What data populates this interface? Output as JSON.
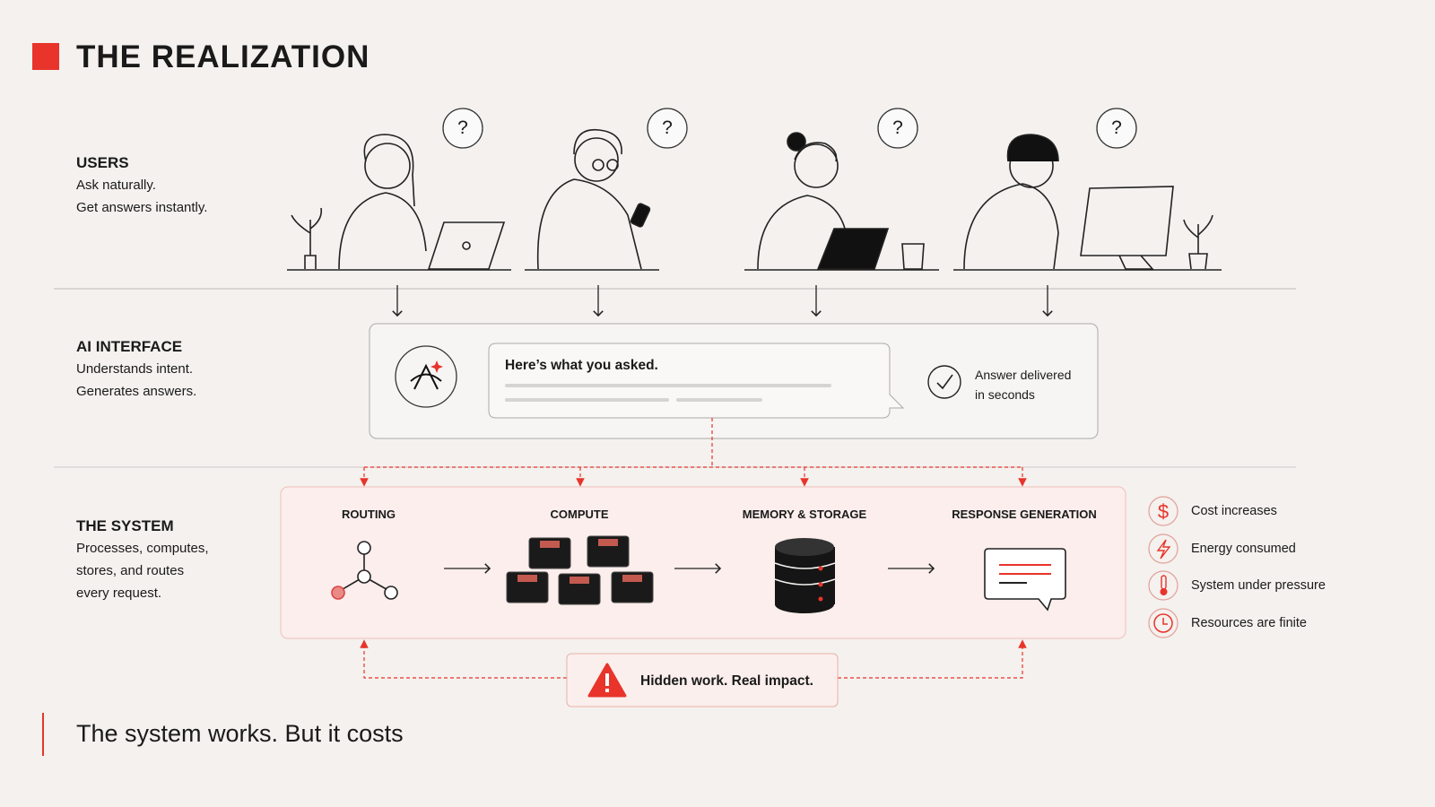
{
  "title": "THE REALIZATION",
  "colors": {
    "accent": "#e8342b",
    "background": "#f4f1ee",
    "system_fill": "#fbeeec"
  },
  "sections": {
    "users": {
      "heading": "USERS",
      "lines": [
        "Ask naturally.",
        "Get answers instantly."
      ]
    },
    "interface": {
      "heading": "AI INTERFACE",
      "lines": [
        "Understands intent.",
        "Generates answers."
      ]
    },
    "system": {
      "heading": "THE SYSTEM",
      "lines": [
        "Processes, computes,",
        "stores, and routes",
        "every request."
      ]
    }
  },
  "user_bubble": "?",
  "interface_box": {
    "message": "Here’s what you asked.",
    "status_lines": [
      "Answer delivered",
      "in seconds"
    ]
  },
  "stages": [
    "ROUTING",
    "COMPUTE",
    "MEMORY & STORAGE",
    "RESPONSE GENERATION"
  ],
  "impacts": [
    {
      "icon": "dollar-icon",
      "label": "Cost increases"
    },
    {
      "icon": "lightning-icon",
      "label": "Energy consumed"
    },
    {
      "icon": "thermometer-icon",
      "label": "System under pressure"
    },
    {
      "icon": "clock-icon",
      "label": "Resources are finite"
    }
  ],
  "warning": "Hidden work. Real impact.",
  "footer": "The system works. But it costs"
}
